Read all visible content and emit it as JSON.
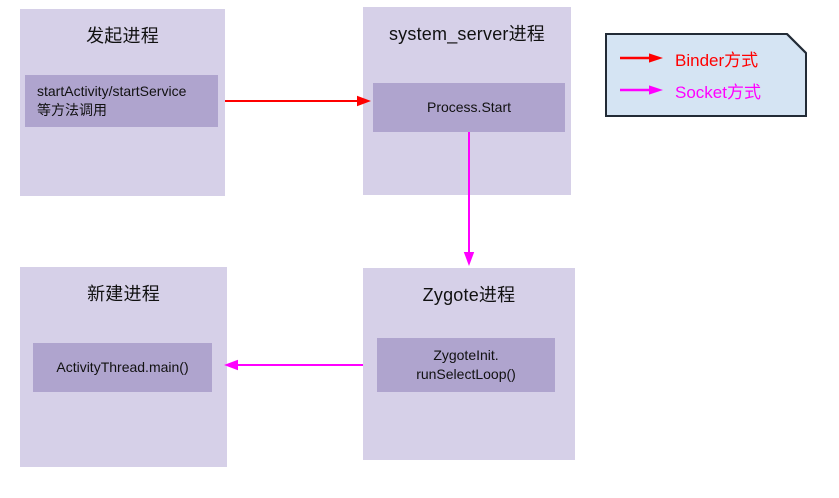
{
  "colors": {
    "box_fill": "#d6d0e8",
    "inner_fill": "#afa4ce",
    "binder": "#ff0000",
    "socket": "#ff00ff",
    "legend_fill": "#d5e4f3",
    "legend_border": "#222b36",
    "text": "#111111"
  },
  "boxes": {
    "initiator": {
      "title": "发起进程",
      "inner_line1": "startActivity/startService",
      "inner_line2": "等方法调用"
    },
    "system_server": {
      "title": "system_server进程",
      "inner_line1": "Process.Start"
    },
    "new_process": {
      "title": "新建进程",
      "inner_line1": "ActivityThread.main()"
    },
    "zygote": {
      "title": "Zygote进程",
      "inner_line1": "ZygoteInit.",
      "inner_line2": "runSelectLoop()"
    }
  },
  "legend": {
    "items": {
      "binder": {
        "label": "Binder方式"
      },
      "socket": {
        "label": "Socket方式"
      }
    }
  }
}
